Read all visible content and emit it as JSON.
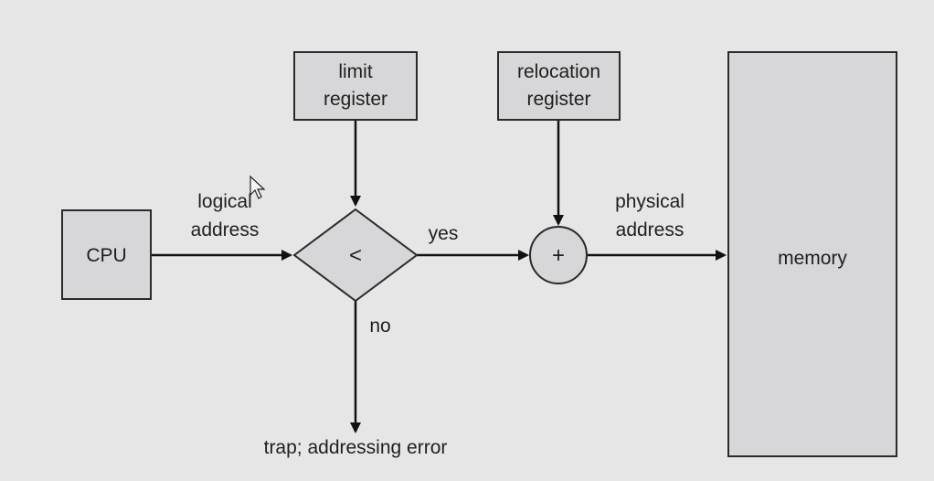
{
  "diagram": {
    "nodes": {
      "cpu": "CPU",
      "limit_register": [
        "limit",
        "register"
      ],
      "relocation_register": [
        "relocation",
        "register"
      ],
      "memory": "memory",
      "compare_symbol": "<",
      "adder_symbol": "+"
    },
    "edges": {
      "logical_address": [
        "logical",
        "address"
      ],
      "yes": "yes",
      "no": "no",
      "physical_address": [
        "physical",
        "address"
      ],
      "trap": "trap; addressing error"
    }
  },
  "colors": {
    "background": "#e6e6e6",
    "box_fill": "#d7d7d9",
    "stroke": "#111111"
  }
}
